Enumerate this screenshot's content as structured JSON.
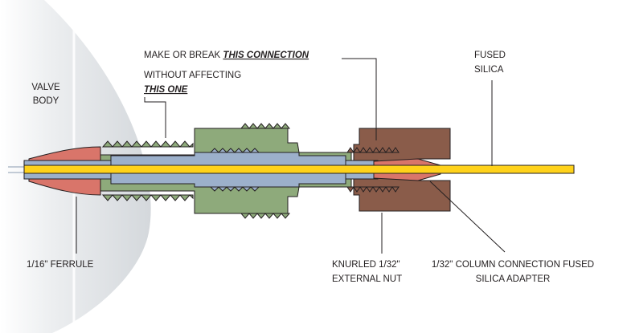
{
  "labels": {
    "valve_body": [
      "VALVE",
      "BODY"
    ],
    "make_break_prefix": "MAKE OR BREAK ",
    "make_break_emph": "THIS CONNECTION",
    "without_affecting": "WITHOUT AFFECTING",
    "this_one": "THIS ONE",
    "fused_silica": [
      "FUSED",
      "SILICA"
    ],
    "ferrule": "1/16\" FERRULE",
    "knurled_nut": [
      "KNURLED 1/32\"",
      "EXTERNAL NUT"
    ],
    "adapter": [
      "1/32\" COLUMN CONNECTION FUSED",
      "SILICA ADAPTER"
    ]
  },
  "colors": {
    "valve_body": "#d9dcdf",
    "ferrule": "#d9756a",
    "union": "#8eaa7b",
    "tube": "#9cb0cb",
    "knurled_nut": "#8a5c4a",
    "fused_silica": "#ffd21a",
    "outline": "#231f20"
  }
}
